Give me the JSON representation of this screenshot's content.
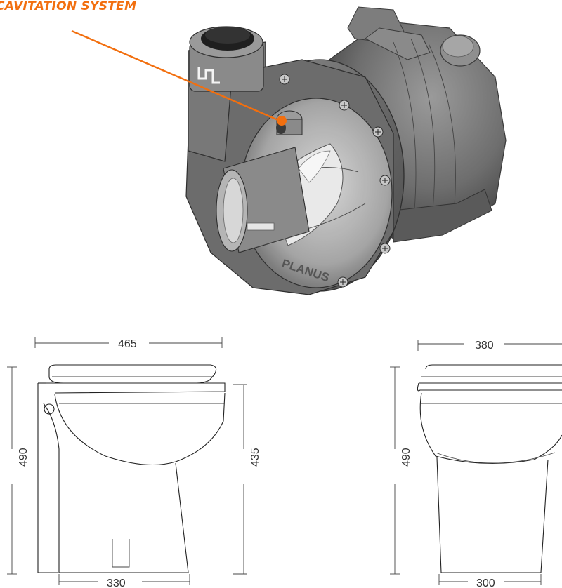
{
  "caption": {
    "text": "CAVITATION SYSTEM",
    "color": "#f26f0f"
  },
  "side_view": {
    "width_label": "465",
    "height_label": "490",
    "rim_height_label": "435",
    "base_label": "330"
  },
  "front_view": {
    "width_label": "380",
    "height_label": "490",
    "base_label": "300"
  },
  "pump": {
    "brand_text": "PLANUS",
    "body_color": "#6e6e6e"
  }
}
